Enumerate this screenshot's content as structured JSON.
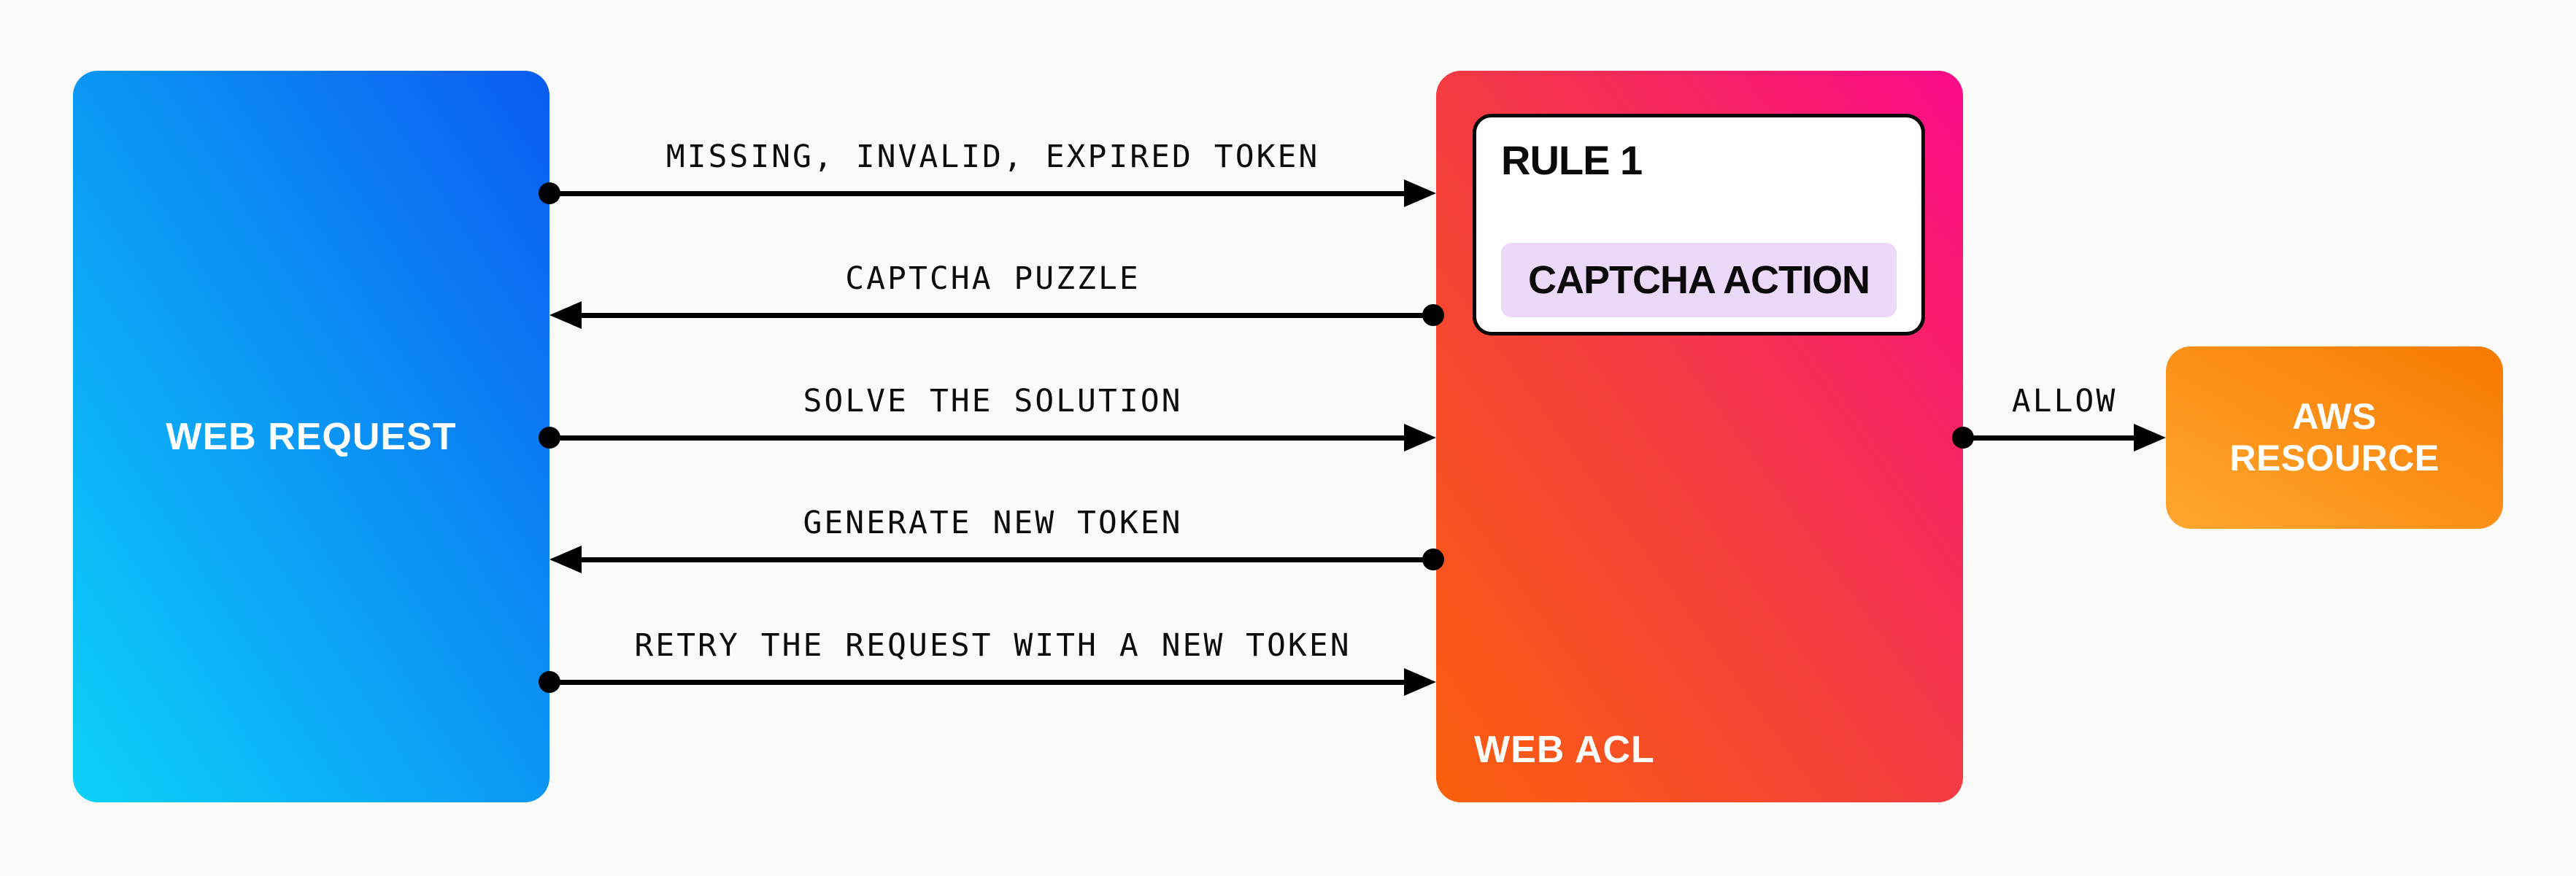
{
  "background": "#fafaf8",
  "arrow_color": "#000000",
  "nodes": {
    "web_request": {
      "label": "WEB REQUEST",
      "color_top_right": "#0a5cf0",
      "color_bottom_left": "#0dd2f9"
    },
    "web_acl": {
      "label": "WEB ACL",
      "color_top_right": "#fb0a8a",
      "color_mid": "#f43b42",
      "color_bottom_left": "#f9600b",
      "rule_card": {
        "title": "RULE 1",
        "action_label": "CAPTCHA ACTION",
        "action_bg": "#ecd9fa"
      }
    },
    "aws_resource": {
      "label": "AWS RESOURCE",
      "color_top_right": "#f77900",
      "color_bottom_left": "#ffa72f"
    }
  },
  "flows": [
    {
      "label": "MISSING, INVALID, EXPIRED TOKEN",
      "from": "web_request",
      "to": "web_acl",
      "direction": "right"
    },
    {
      "label": "CAPTCHA PUZZLE",
      "from": "web_acl",
      "to": "web_request",
      "direction": "left"
    },
    {
      "label": "SOLVE THE SOLUTION",
      "from": "web_request",
      "to": "web_acl",
      "direction": "right"
    },
    {
      "label": "GENERATE NEW TOKEN",
      "from": "web_acl",
      "to": "web_request",
      "direction": "left"
    },
    {
      "label": "RETRY THE REQUEST WITH A NEW TOKEN",
      "from": "web_request",
      "to": "web_acl",
      "direction": "right"
    }
  ],
  "allow_flow": {
    "label": "ALLOW",
    "from": "web_acl",
    "to": "aws_resource"
  }
}
